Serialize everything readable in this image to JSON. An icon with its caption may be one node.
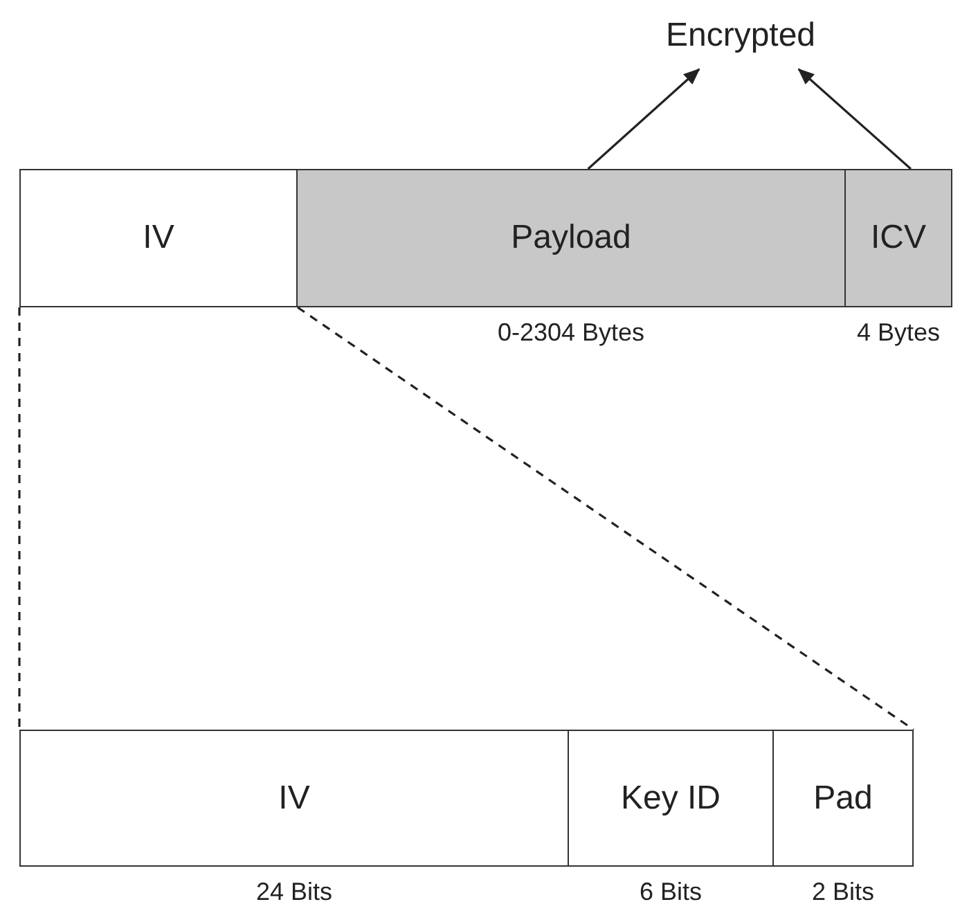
{
  "diagram": {
    "nodes": [
      {
        "text": [
          "Encrypted"
        ]
      },
      {
        "text": [
          "IV"
        ]
      },
      {
        "text": [
          "Payload"
        ],
        "beside": [
          "0-2304 Bytes"
        ]
      },
      {
        "text": [
          "ICV"
        ],
        "beside": [
          "4 Bytes"
        ]
      },
      {
        "text": [
          "IV"
        ],
        "beside": [
          "24 Bits"
        ]
      },
      {
        "text": [
          "Key ID"
        ],
        "beside": [
          "6 Bits"
        ]
      },
      {
        "text": [
          "Pad"
        ],
        "beside": [
          "2 Bits"
        ]
      }
    ],
    "edges": [
      {
        "from": 2,
        "to": 0,
        "arrow": "to"
      },
      {
        "from": 3,
        "to": 0,
        "arrow": "to"
      },
      {
        "from": 1,
        "to": 4,
        "arrow": "none",
        "style": "dashed"
      },
      {
        "from": 1,
        "to": 6,
        "arrow": "none",
        "style": "dashed"
      }
    ]
  }
}
